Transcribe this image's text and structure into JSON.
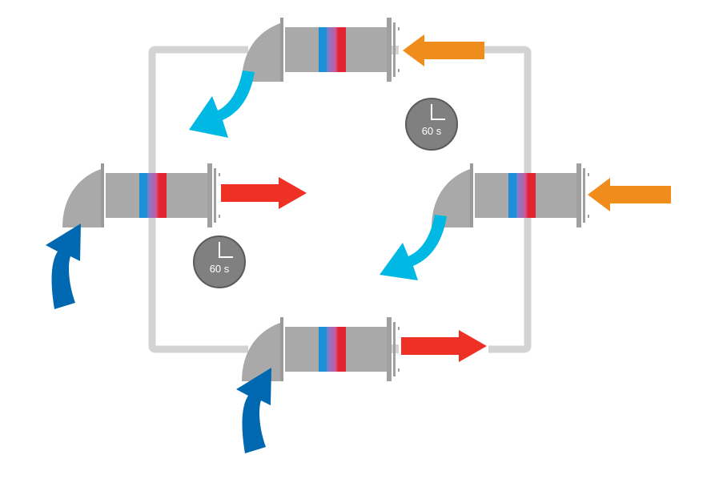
{
  "diagram": {
    "units": [
      {
        "id": "unit-top",
        "supply_arrow": "inflow-orange",
        "exhaust_arrow": "outflow-lightblue"
      },
      {
        "id": "unit-left",
        "supply_arrow": "inflow-darkblue",
        "exhaust_arrow": "outflow-red"
      },
      {
        "id": "unit-right",
        "supply_arrow": "inflow-orange",
        "exhaust_arrow": "outflow-lightblue"
      },
      {
        "id": "unit-bottom",
        "supply_arrow": "inflow-darkblue",
        "exhaust_arrow": "outflow-red"
      }
    ],
    "timers": [
      {
        "label": "60 s"
      },
      {
        "label": "60 s"
      }
    ],
    "colors": {
      "frame": "#d3d3d3",
      "unit_body": "#a9a9a9",
      "unit_edge": "#8c8c8c",
      "cold_band": "#1d8fd6",
      "hot_band": "#e42330",
      "orange_arrow": "#f08c1c",
      "red_arrow": "#ee3124",
      "light_blue_arrow": "#00b8e4",
      "dark_blue_arrow": "#0068b0",
      "timer_fill": "#808080",
      "timer_stroke": "#5a5a5a"
    },
    "icons": [
      "clock-icon"
    ]
  }
}
